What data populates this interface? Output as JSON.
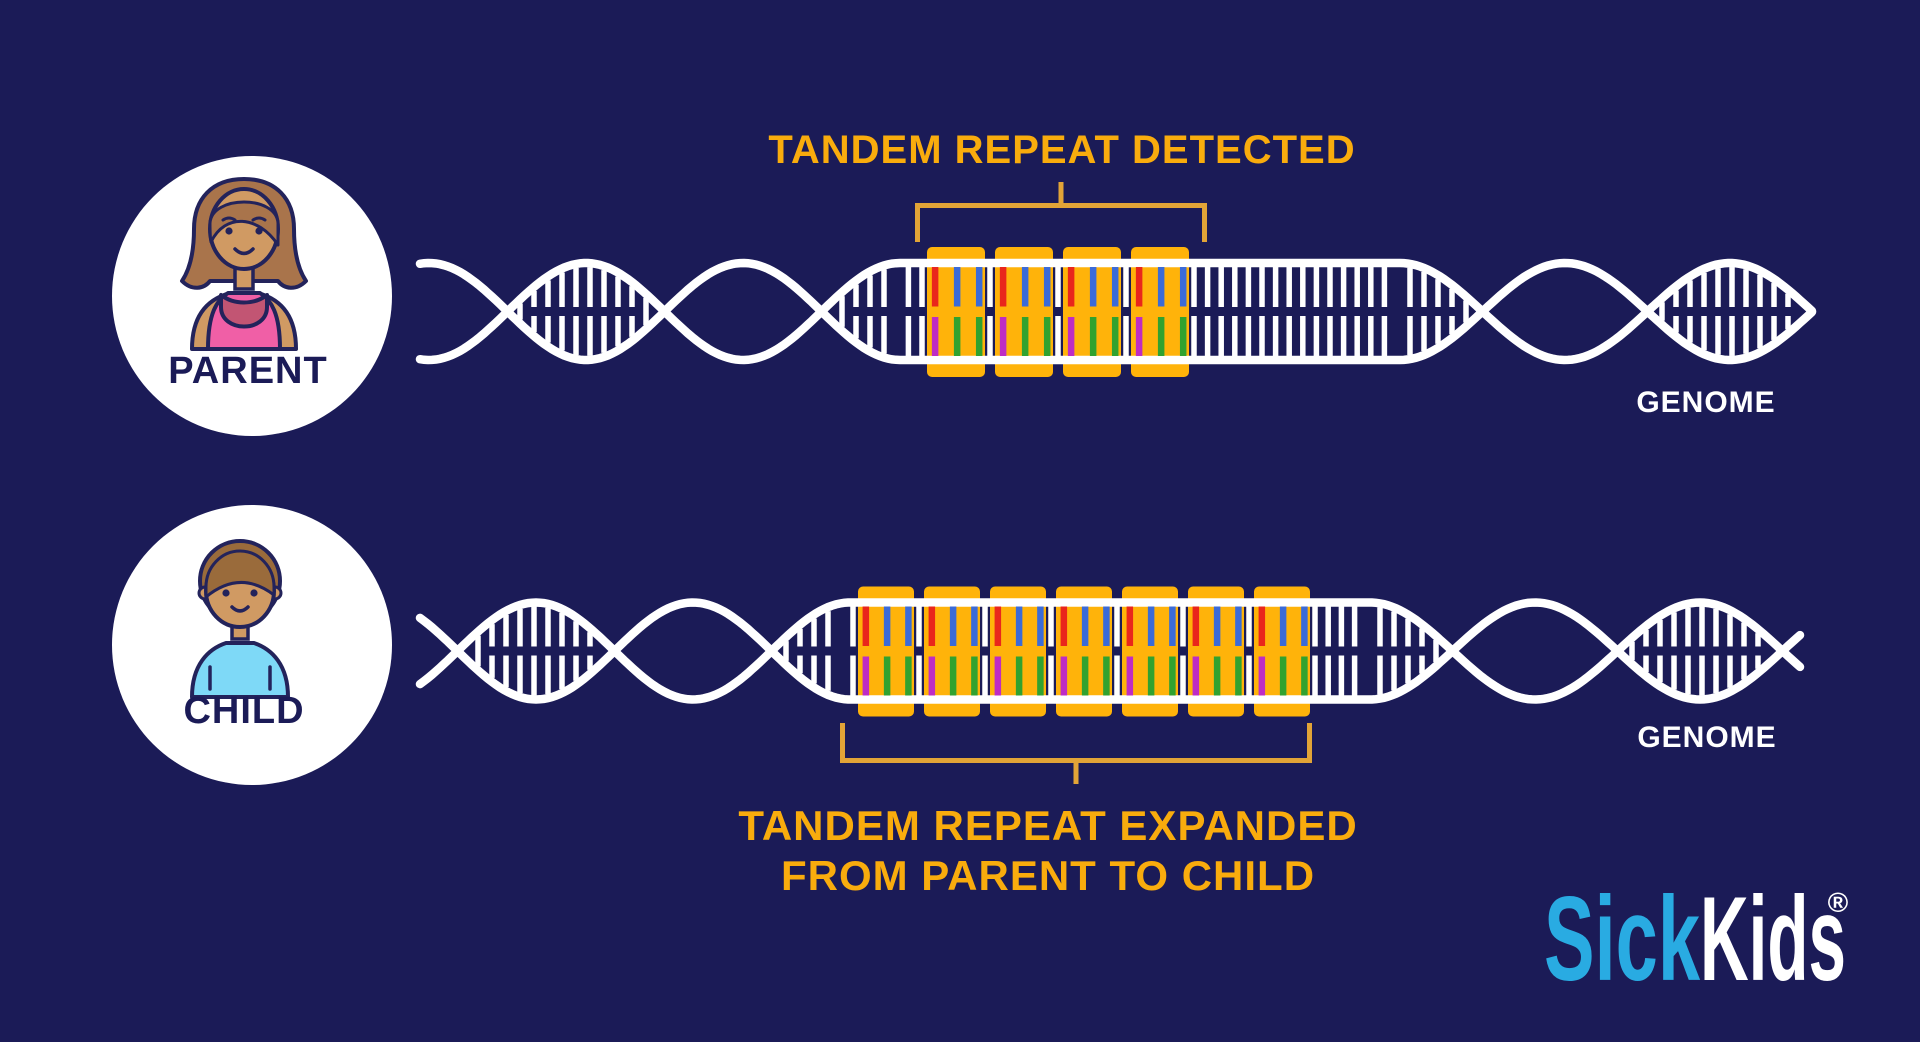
{
  "colors": {
    "background": "#1B1B57",
    "white": "#FFFFFF",
    "navy_text": "#1B1B57",
    "gold_block": "#FFB30A",
    "gold_bracket": "#E2A437",
    "gold_text": "#F9AC0D",
    "rung_red": "#E9261C",
    "rung_blue": "#3B6BD8",
    "rung_magenta": "#BE2CC4",
    "rung_green": "#31A22F",
    "sickkids_blue": "#29ABE2",
    "skin": "#D09A63",
    "outline": "#23235B",
    "hair_parent": "#A9744B",
    "hair_child": "#9A6B3B",
    "shirt_parent": "#F05FA6",
    "shirt_parent_dark": "#C25573",
    "shirt_child": "#7ED9F7"
  },
  "parent_section": {
    "avatar_label": "PARENT",
    "annotation": "TANDEM REPEAT DETECTED",
    "genome_label": "GENOME",
    "repeat_count": 4
  },
  "child_section": {
    "avatar_label": "CHILD",
    "annotation_line1": "TANDEM REPEAT EXPANDED",
    "annotation_line2": "FROM PARENT TO CHILD",
    "genome_label": "GENOME",
    "repeat_count": 7
  },
  "logo": {
    "part1": "Sick",
    "part2": "Kids",
    "registered": "®"
  }
}
